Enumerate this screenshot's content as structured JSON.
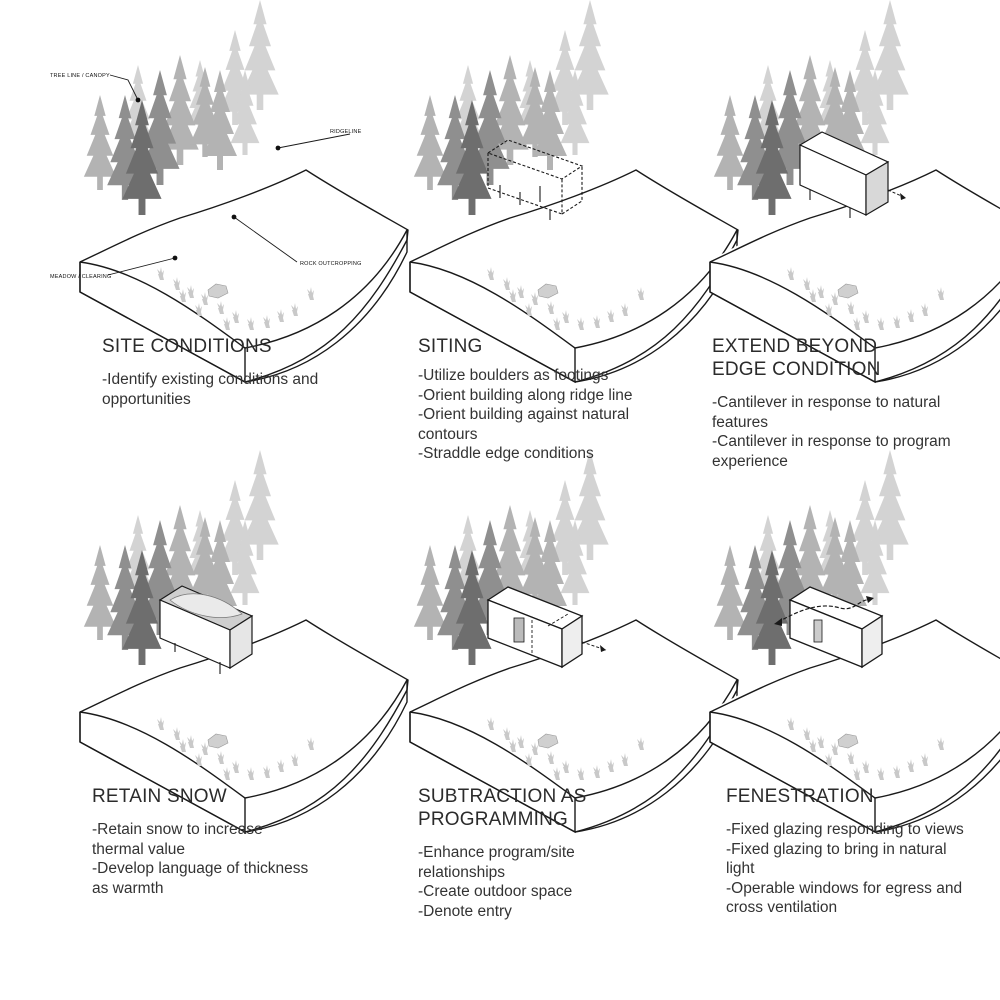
{
  "annotations": {
    "tree_line": "TREE LINE / CANOPY",
    "ridgeline": "RIDGELINE",
    "rock": "ROCK OUTCROPPING",
    "meadow": "MEADOW / CLEARING"
  },
  "panels": [
    {
      "id": "site-conditions",
      "title": "SITE CONDITIONS",
      "bullets": [
        "-Identify existing conditions and opportunities"
      ]
    },
    {
      "id": "siting",
      "title": "SITING",
      "bullets": [
        "-Utilize boulders as footings",
        "-Orient building along ridge line",
        "-Orient building against natural contours",
        "-Straddle edge conditions"
      ]
    },
    {
      "id": "extend-beyond",
      "title": "EXTEND BEYOND\nEDGE CONDITION",
      "bullets": [
        "-Cantilever in response to natural features",
        "-Cantilever in response to program experience"
      ]
    },
    {
      "id": "retain-snow",
      "title": "RETAIN SNOW",
      "bullets": [
        "-Retain snow to increase thermal value",
        "-Develop language of thickness as warmth"
      ]
    },
    {
      "id": "subtraction",
      "title": "SUBTRACTION AS\nPROGRAMMING",
      "bullets": [
        "-Enhance program/site relationships",
        "-Create outdoor space",
        "-Denote entry"
      ]
    },
    {
      "id": "fenestration",
      "title": "FENESTRATION",
      "bullets": [
        "-Fixed glazing responding to views",
        "-Fixed glazing to bring in natural light",
        "-Operable windows for egress and cross ventilation"
      ]
    }
  ]
}
